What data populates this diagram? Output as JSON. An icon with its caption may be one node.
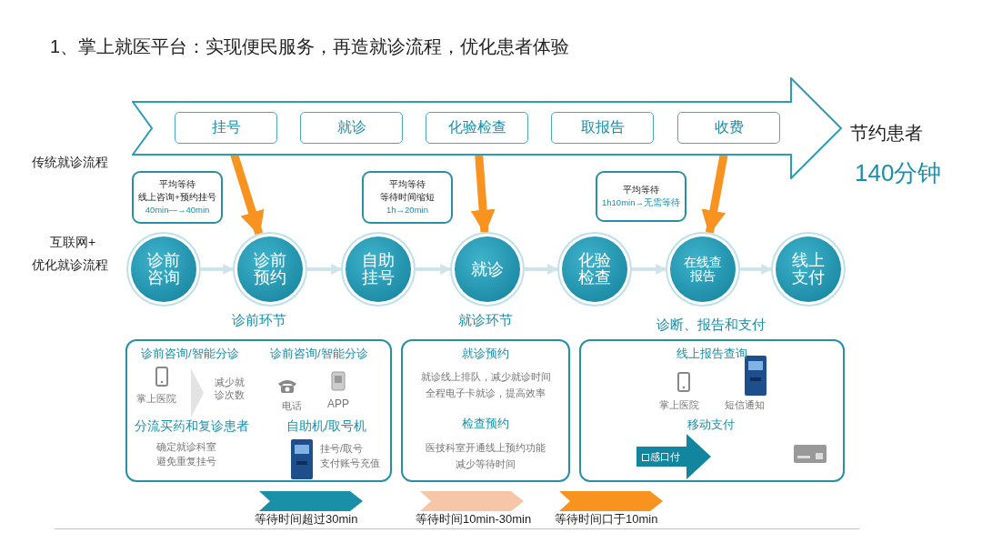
{
  "diagram": {
    "title": "1、掌上就医平台：实现便民服务，再造就诊流程，优化患者体验",
    "nodes": [
      {
        "text": [],
        "shape": "arrow"
      },
      {
        "text": [
          "挂号"
        ],
        "in": 0
      },
      {
        "text": [
          "就诊"
        ],
        "in": 0
      },
      {
        "text": [
          "化验检查"
        ],
        "in": 0
      },
      {
        "text": [
          "取报告"
        ],
        "in": 0
      },
      {
        "text": [
          "收费"
        ],
        "in": 0
      },
      {
        "text": [
          "平均等待",
          "线上咨询+预约挂号",
          "40min—→40min"
        ]
      },
      {
        "text": [
          "平均等待",
          "等待时间缩短",
          "1h→20min"
        ]
      },
      {
        "text": [
          "平均等待",
          "1h10min→无需等待"
        ]
      },
      {
        "text": [
          "诊前咨询"
        ]
      },
      {
        "text": [
          "诊前预约"
        ]
      },
      {
        "text": [
          "自助挂号"
        ]
      },
      {
        "text": [
          "就诊"
        ]
      },
      {
        "text": [
          "化验检查"
        ]
      },
      {
        "text": [
          "在线查报告"
        ]
      },
      {
        "text": [
          "线上支付"
        ]
      },
      {
        "text": [
          "诊前环节",
          "诊前咨询/智能分诊",
          "掌上医院",
          "减少就诊次数",
          "诊前咨询/智能分诊",
          "电话",
          "APP",
          "分流买药和复诊患者",
          "确定就诊科室避免重复挂号",
          "自助机/取号机",
          "挂号/取号",
          "支付账号充值"
        ]
      },
      {
        "text": [
          "就诊环节",
          "就诊预约",
          "就诊线上排队，减少就诊时间全程电子卡就诊，提高效率",
          "检查预约",
          "医技科室开通线上预约功能减少等待时间"
        ]
      },
      {
        "text": [
          "诊断、报告和支付",
          "线上报告查询",
          "掌上医院",
          "短信通知",
          "移动支付"
        ]
      },
      {
        "text": [
          "感口付"
        ],
        "in": 18
      }
    ],
    "edges": [
      {
        "from": 1,
        "to": 10,
        "arrow": "to",
        "style": "thick",
        "color": "#f7931e"
      },
      {
        "from": 3,
        "to": 12,
        "arrow": "to",
        "style": "thick",
        "color": "#f7931e"
      },
      {
        "from": 5,
        "to": 14,
        "arrow": "to",
        "style": "thick",
        "color": "#f7931e"
      },
      {
        "from": 9,
        "to": 10,
        "arrow": "to"
      },
      {
        "from": 10,
        "to": 11,
        "arrow": "to"
      },
      {
        "from": 11,
        "to": 12,
        "arrow": "to"
      },
      {
        "from": 12,
        "to": 13,
        "arrow": "to"
      },
      {
        "from": 13,
        "to": 14,
        "arrow": "to"
      },
      {
        "from": 14,
        "to": 15,
        "arrow": "to"
      }
    ],
    "labels": [
      "传统就诊流程",
      "互联网+",
      "优化就诊流程",
      "节约患者",
      "140分钟"
    ],
    "legend": [
      {
        "text": "等待时间超过30min",
        "color": "#1a8fa8"
      },
      {
        "text": "等待时间10min-30min",
        "color": "#f5c6a8"
      },
      {
        "text": "等待时间口于10min",
        "color": "#f7931e"
      }
    ]
  }
}
